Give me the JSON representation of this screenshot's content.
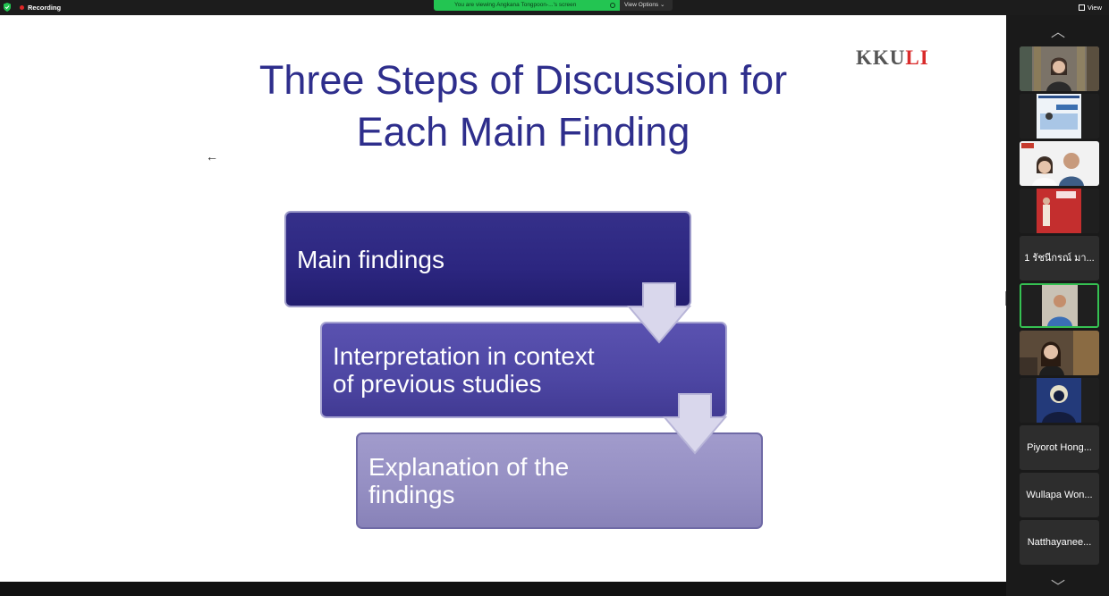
{
  "top_bar": {
    "recording_label": "Recording",
    "share_banner": "You are viewing Angkana Tongpoon-...'s screen",
    "view_options": "View Options ⌄",
    "view_label": "View"
  },
  "slide": {
    "logo_kku": "KKU",
    "logo_li": "LI",
    "title_line1": "Three Steps of Discussion for",
    "title_line2": "Each Main Finding",
    "steps": [
      {
        "line1": "Main findings",
        "line2": ""
      },
      {
        "line1": "Interpretation in context",
        "line2": "of previous studies"
      },
      {
        "line1": "Explanation of the",
        "line2": "findings"
      }
    ]
  },
  "participants": [
    {
      "name": ""
    },
    {
      "name": ""
    },
    {
      "name": ""
    },
    {
      "name": ""
    },
    {
      "name": "1 รัชนีกรณ์ มา..."
    },
    {
      "name": ""
    },
    {
      "name": ""
    },
    {
      "name": ""
    },
    {
      "name": "Piyorot Hong..."
    },
    {
      "name": "Wullapa Won..."
    },
    {
      "name": "Natthayanee..."
    }
  ],
  "colors": {
    "title": "#2e2e8c",
    "step1": "#2c2680",
    "step2": "#4d46a3",
    "step3": "#948ec2",
    "active_tile_border": "#35c152",
    "recording_dot": "#e02828"
  }
}
